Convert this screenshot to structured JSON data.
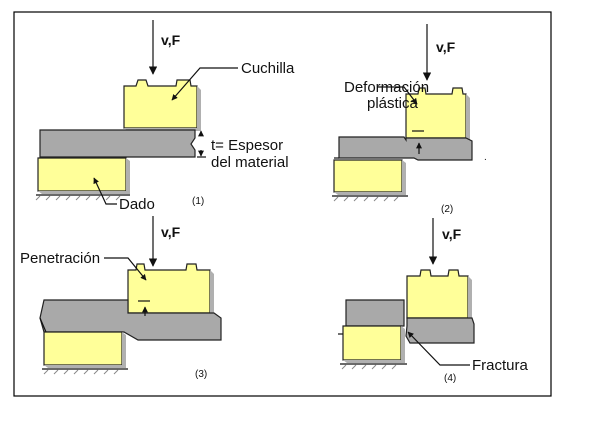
{
  "colors": {
    "blade": "#ffff99",
    "sheet": "#a9a9a9",
    "outline": "#222222",
    "frame": "#000000"
  },
  "labels": {
    "force": "v,F",
    "blade": "Cuchilla",
    "thickness_line1": "t= Espesor",
    "thickness_line2": "del material",
    "die": "Dado",
    "plastic_line1": "Deformación",
    "plastic_line2": "plástica",
    "penetration": "Penetración",
    "fracture": "Fractura"
  },
  "steps": [
    "(1)",
    "(2)",
    "(3)",
    "(4)"
  ]
}
